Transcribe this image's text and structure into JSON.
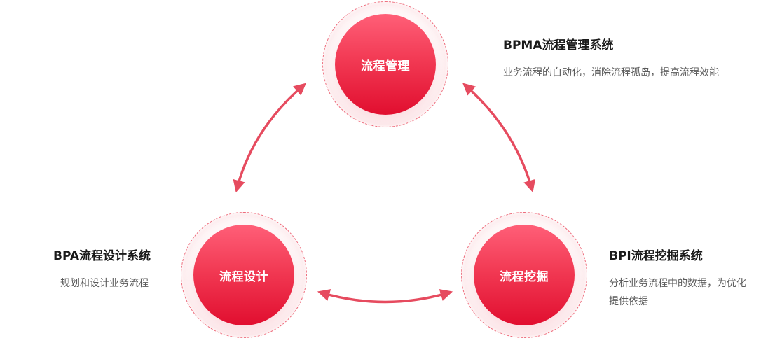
{
  "nodes": {
    "top": {
      "label": "流程管理"
    },
    "left": {
      "label": "流程设计"
    },
    "right": {
      "label": "流程挖掘"
    }
  },
  "descriptions": {
    "top": {
      "title": "BPMA流程管理系统",
      "text": "业务流程的自动化，消除流程孤岛，提高流程效能"
    },
    "left": {
      "title": "BPA流程设计系统",
      "text": "规划和设计业务流程"
    },
    "right": {
      "title": "BPI流程挖掘系统",
      "line1": "分析业务流程中的数据，为优化",
      "line2": "提供依据"
    }
  },
  "colors": {
    "accent": "#e8253f",
    "arrow": "#e64b5f",
    "halo_dash": "#ee6b7b",
    "title_text": "#1a1a1a",
    "body_text": "#5a5a5a"
  }
}
